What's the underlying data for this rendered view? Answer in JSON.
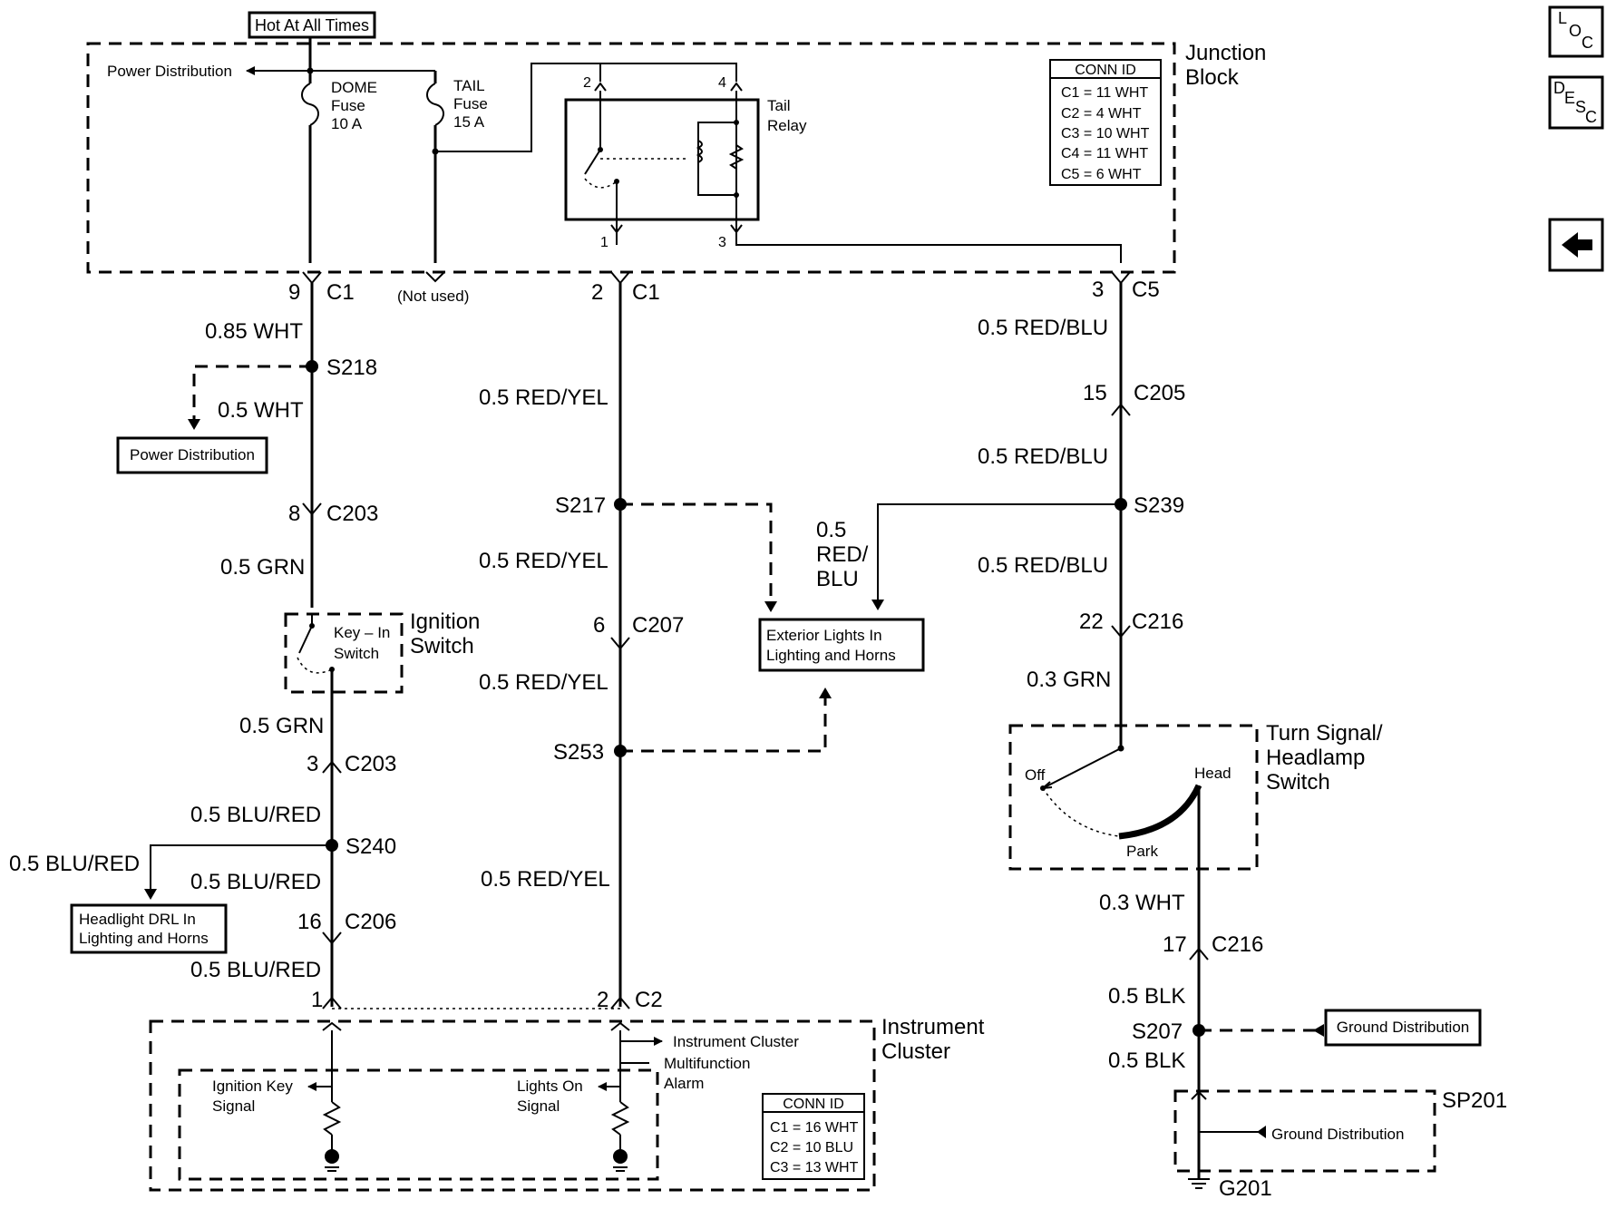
{
  "top_label": "Hot At All Times",
  "junction_block": {
    "title_line1": "Junction",
    "title_line2": "Block",
    "power_distribution": "Power Distribution",
    "dome_fuse": [
      "DOME",
      "Fuse",
      "10 A"
    ],
    "tail_fuse": [
      "TAIL",
      "Fuse",
      "15 A"
    ],
    "tail_relay": [
      "Tail",
      "Relay"
    ],
    "relay_pins": [
      "2",
      "4",
      "1",
      "3"
    ],
    "conn_id_title": "CONN ID",
    "conn_ids": [
      "C1 = 11 WHT",
      "C2 = 4 WHT",
      "C3 = 10 WHT",
      "C4 = 11 WHT",
      "C5 = 6 WHT"
    ]
  },
  "connectors": {
    "c1_left_pin": "9",
    "c1_left": "C1",
    "not_used": "(Not used)",
    "c1_mid_pin": "2",
    "c1_mid": "C1",
    "c5_pin": "3",
    "c5": "C5",
    "c203_top_pin": "8",
    "c203_top": "C203",
    "c203_bot_pin": "3",
    "c203_bot": "C203",
    "c206_pin": "16",
    "c206": "C206",
    "c207_pin": "6",
    "c207": "C207",
    "c205_pin": "15",
    "c205": "C205",
    "c216_top_pin": "22",
    "c216_top": "C216",
    "c216_bot_pin": "17",
    "c216_bot": "C216",
    "c2_left_pin": "1",
    "c2_mid_pin": "2",
    "c2": "C2"
  },
  "wires": {
    "w_085_wht": "0.85 WHT",
    "w_05_wht": "0.5 WHT",
    "w_05_grn_1": "0.5 GRN",
    "w_05_grn_2": "0.5 GRN",
    "w_blu_red_1": "0.5 BLU/RED",
    "w_blu_red_2": "0.5 BLU/RED",
    "w_blu_red_3": "0.5 BLU/RED",
    "w_blu_red_branch": "0.5 BLU/RED",
    "w_red_yel_1": "0.5 RED/YEL",
    "w_red_yel_2": "0.5 RED/YEL",
    "w_red_yel_3": "0.5 RED/YEL",
    "w_red_yel_4": "0.5 RED/YEL",
    "w_red_blu_1": "0.5 RED/BLU",
    "w_red_blu_2": "0.5 RED/BLU",
    "w_red_blu_3": "0.5 RED/BLU",
    "w_red_blu_branch": [
      "0.5",
      "RED/",
      "BLU"
    ],
    "w_03_grn": "0.3 GRN",
    "w_03_wht": "0.3 WHT",
    "w_05_blk_1": "0.5 BLK",
    "w_05_blk_2": "0.5 BLK"
  },
  "splices": {
    "s218": "S218",
    "s240": "S240",
    "s217": "S217",
    "s253": "S253",
    "s239": "S239",
    "s207": "S207"
  },
  "components": {
    "power_distribution_box": "Power Distribution",
    "ignition_switch": [
      "Ignition",
      "Switch"
    ],
    "key_in_switch": [
      "Key – In",
      "Switch"
    ],
    "headlight_drl": [
      "Headlight DRL In",
      "Lighting and Horns"
    ],
    "exterior_lights": [
      "Exterior Lights In",
      "Lighting and Horns"
    ],
    "turn_signal_switch": [
      "Turn Signal/",
      "Headlamp",
      "Switch"
    ],
    "switch_positions": [
      "Off",
      "Head",
      "Park"
    ],
    "ground_distribution_1": "Ground Distribution",
    "ground_distribution_2": "Ground Distribution",
    "sp201": "SP201",
    "g201": "G201"
  },
  "instrument_cluster": {
    "title": [
      "Instrument",
      "Cluster"
    ],
    "instrument_cluster_arrow": "Instrument Cluster",
    "multifunction_alarm": [
      "Multifunction",
      "Alarm"
    ],
    "ignition_key_signal": [
      "Ignition Key",
      "Signal"
    ],
    "lights_on_signal": [
      "Lights On",
      "Signal"
    ],
    "conn_id_title": "CONN ID",
    "conn_ids": [
      "C1 = 16 WHT",
      "C2 = 10 BLU",
      "C3 = 13 WHT"
    ]
  },
  "side_buttons": {
    "loc": [
      "L",
      "O",
      "C"
    ],
    "desc": [
      "D",
      "E",
      "S",
      "C"
    ],
    "back_icon": "left-arrow-icon"
  }
}
